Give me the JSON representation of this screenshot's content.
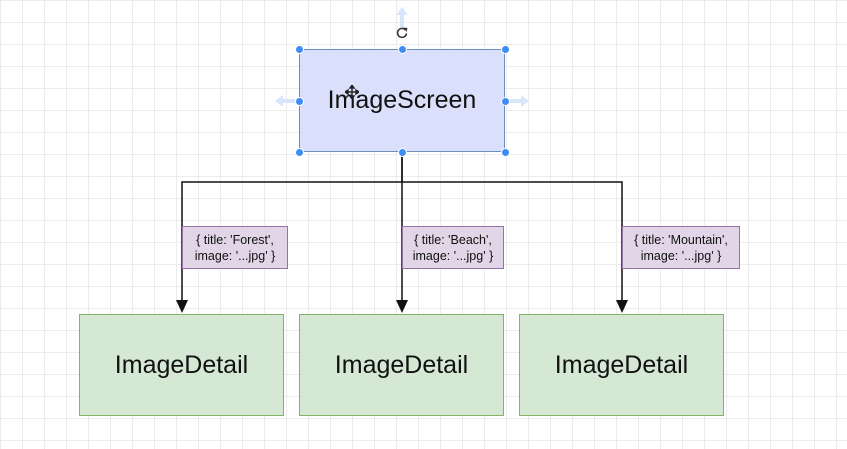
{
  "diagram": {
    "root": {
      "label": "ImageScreen"
    },
    "children": [
      {
        "label": "ImageDetail",
        "edge_line1": "{ title: 'Forest',",
        "edge_line2": "image: '...jpg' }"
      },
      {
        "label": "ImageDetail",
        "edge_line1": "{ title: 'Beach',",
        "edge_line2": "image: '...jpg' }"
      },
      {
        "label": "ImageDetail",
        "edge_line1": "{ title: 'Mountain',",
        "edge_line2": "image: '...jpg' }"
      }
    ]
  },
  "colors": {
    "root_fill": "#dae0fb",
    "root_stroke": "#6c8ebf",
    "child_fill": "#d5e8d4",
    "child_stroke": "#82b366",
    "label_fill": "#e1d5e7",
    "label_stroke": "#9673a6",
    "selection_handle": "#3d8df5",
    "connector": "#111111"
  },
  "icons": [
    "rotate-icon",
    "move-cursor-icon",
    "hover-arrow-icon"
  ]
}
